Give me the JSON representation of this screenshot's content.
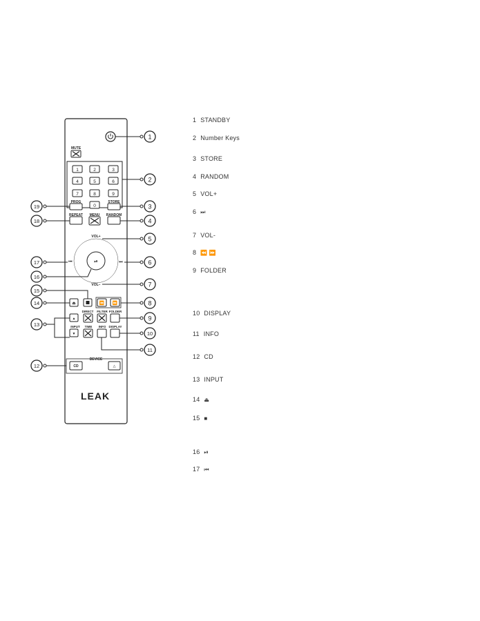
{
  "remote": {
    "brand": "LEAK",
    "labels": {
      "mute": "MUTE",
      "prog": "PROG",
      "store": "STORE",
      "repeat": "REPEAT",
      "menu": "MENU",
      "random": "RANDOM",
      "vol_up": "VOL+",
      "vol_down": "VOL−",
      "direct": "DIRECT",
      "filter": "FILTER",
      "folder": "FOLDER",
      "input": "INPUT",
      "time": "TIME",
      "info": "INFO",
      "display": "DISPLAY",
      "device": "DEVICE",
      "cd": "CD"
    },
    "number_keys": [
      "1",
      "2",
      "3",
      "4",
      "5",
      "6",
      "7",
      "8",
      "9",
      "0"
    ],
    "callouts": [
      "1",
      "2",
      "3",
      "4",
      "5",
      "6",
      "7",
      "8",
      "9",
      "10",
      "11",
      "12",
      "13",
      "14",
      "15",
      "16",
      "17",
      "18",
      "19"
    ]
  },
  "legend": [
    {
      "num": "1",
      "text": "STANDBY",
      "sym": ""
    },
    {
      "num": "2",
      "text": "Number Keys",
      "sym": ""
    },
    {
      "num": "3",
      "text": "STORE",
      "sym": ""
    },
    {
      "num": "4",
      "text": "RANDOM",
      "sym": ""
    },
    {
      "num": "5",
      "text": "VOL+",
      "sym": ""
    },
    {
      "num": "6",
      "text": "",
      "sym": "⏭"
    },
    {
      "num": "7",
      "text": "VOL-",
      "sym": ""
    },
    {
      "num": "8",
      "text": "",
      "sym": "⏪ ⏩"
    },
    {
      "num": "9",
      "text": "FOLDER",
      "sym": ""
    },
    {
      "num": "10",
      "text": "DISPLAY",
      "sym": ""
    },
    {
      "num": "11",
      "text": "INFO",
      "sym": ""
    },
    {
      "num": "12",
      "text": "CD",
      "sym": ""
    },
    {
      "num": "13",
      "text": "INPUT",
      "sym": ""
    },
    {
      "num": "14",
      "text": "",
      "sym": "⏏"
    },
    {
      "num": "15",
      "text": "",
      "sym": "■"
    },
    {
      "num": "16",
      "text": "",
      "sym": "⏯"
    },
    {
      "num": "17",
      "text": "",
      "sym": "⏮"
    }
  ]
}
